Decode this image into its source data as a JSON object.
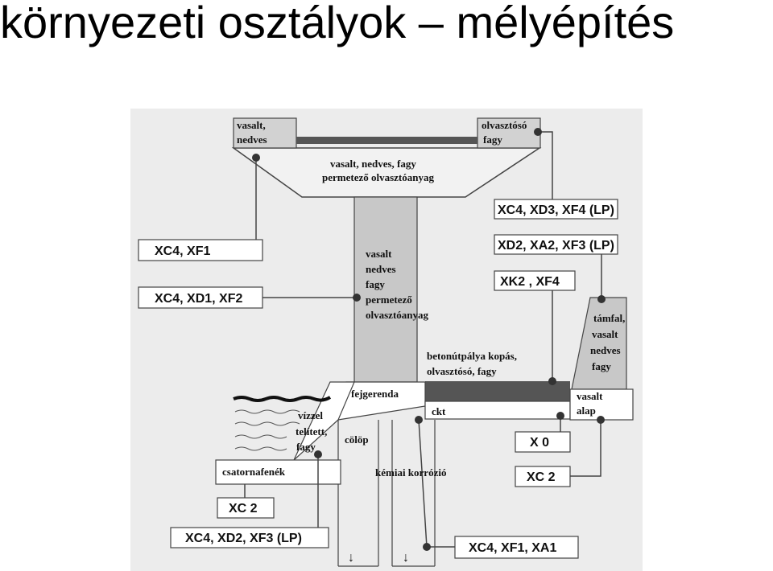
{
  "slide": {
    "title": "környezeti osztályok – mélyépítés"
  },
  "colors": {
    "panel": "#ececec",
    "column": "#c8c8c8",
    "deck": "#555555",
    "line": "#444444",
    "box": "#ffffff"
  },
  "diagram": {
    "labels": {
      "top_left_1": "vasalt,",
      "top_left_2": "nedves",
      "top_right_1": "olvasztósó",
      "top_right_2": "fagy",
      "cap_1": "vasalt, nedves, fagy",
      "cap_2": "permetező olvasztóanyag",
      "column_1": "vasalt",
      "column_2": "nedves",
      "column_3": "fagy",
      "column_4": "permetező",
      "column_5": "olvasztóanyag",
      "deck_1": "betonútpálya kopás,",
      "deck_2": "olvasztósó, fagy",
      "wall_1": "támfal,",
      "wall_2": "vasalt",
      "wall_3": "nedves",
      "wall_4": "fagy",
      "beam": "fejgerenda",
      "ckt": "ckt",
      "base_1": "vasalt",
      "base_2": "alap",
      "water_1": "vízzel",
      "water_2": "telített,",
      "water_3": "fagy",
      "pile": "cölöp",
      "corrosion": "kémiai korrózió",
      "canal_bed": "csatornafenék"
    },
    "codes": {
      "xc4_xd3_xf4": "XC4, XD3, XF4 (LP)",
      "xd2_xa2_xf3": "XD2, XA2, XF3 (LP)",
      "xk2_xf4": "XK2 , XF4",
      "xc4_xf1": "XC4, XF1",
      "xc4_xd1_xf2": "XC4, XD1, XF2",
      "x0": "X 0",
      "xc2_right": "XC 2",
      "xc2_left": "XC 2",
      "xc4_xd2_xf3": "XC4, XD2, XF3 (LP)",
      "xc4_xf1_xa1": "XC4, XF1, XA1"
    }
  }
}
